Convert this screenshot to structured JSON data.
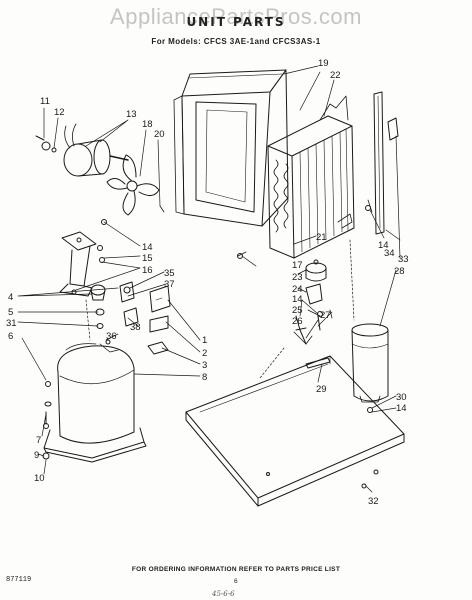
{
  "watermark": "AppliancePartsPros.com",
  "title": "UNIT PARTS",
  "models_line": "For Models: CFCS 3AE-1and CFCS3AS-1",
  "footer_note": "FOR ORDERING INFORMATION REFER TO PARTS PRICE LIST",
  "doc_code": "877119",
  "page_number": "6",
  "handwriting": "45-6-6",
  "callouts": [
    {
      "id": "c11",
      "label": "11"
    },
    {
      "id": "c12",
      "label": "12"
    },
    {
      "id": "c13",
      "label": "13"
    },
    {
      "id": "c18",
      "label": "18"
    },
    {
      "id": "c20",
      "label": "20"
    },
    {
      "id": "c19",
      "label": "19"
    },
    {
      "id": "c22",
      "label": "22"
    },
    {
      "id": "c14a",
      "label": "14"
    },
    {
      "id": "c15",
      "label": "15"
    },
    {
      "id": "c16",
      "label": "16"
    },
    {
      "id": "c35",
      "label": "35"
    },
    {
      "id": "c37",
      "label": "37"
    },
    {
      "id": "c4",
      "label": "4"
    },
    {
      "id": "c5",
      "label": "5"
    },
    {
      "id": "c31",
      "label": "31"
    },
    {
      "id": "c6",
      "label": "6"
    },
    {
      "id": "c38",
      "label": "38"
    },
    {
      "id": "c36",
      "label": "36"
    },
    {
      "id": "c1",
      "label": "1"
    },
    {
      "id": "c2",
      "label": "2"
    },
    {
      "id": "c3",
      "label": "3"
    },
    {
      "id": "c8",
      "label": "8"
    },
    {
      "id": "c7",
      "label": "7"
    },
    {
      "id": "c9",
      "label": "9"
    },
    {
      "id": "c10",
      "label": "10"
    },
    {
      "id": "c17",
      "label": "17"
    },
    {
      "id": "c23",
      "label": "23"
    },
    {
      "id": "c24",
      "label": "24"
    },
    {
      "id": "c14b",
      "label": "14"
    },
    {
      "id": "c25",
      "label": "25"
    },
    {
      "id": "c26",
      "label": "26"
    },
    {
      "id": "c27",
      "label": "27"
    },
    {
      "id": "c21",
      "label": "21"
    },
    {
      "id": "c14c",
      "label": "14"
    },
    {
      "id": "c34",
      "label": "34"
    },
    {
      "id": "c33",
      "label": "33"
    },
    {
      "id": "c28",
      "label": "28"
    },
    {
      "id": "c29",
      "label": "29"
    },
    {
      "id": "c30",
      "label": "30"
    },
    {
      "id": "c14d",
      "label": "14"
    },
    {
      "id": "c32",
      "label": "32"
    }
  ]
}
